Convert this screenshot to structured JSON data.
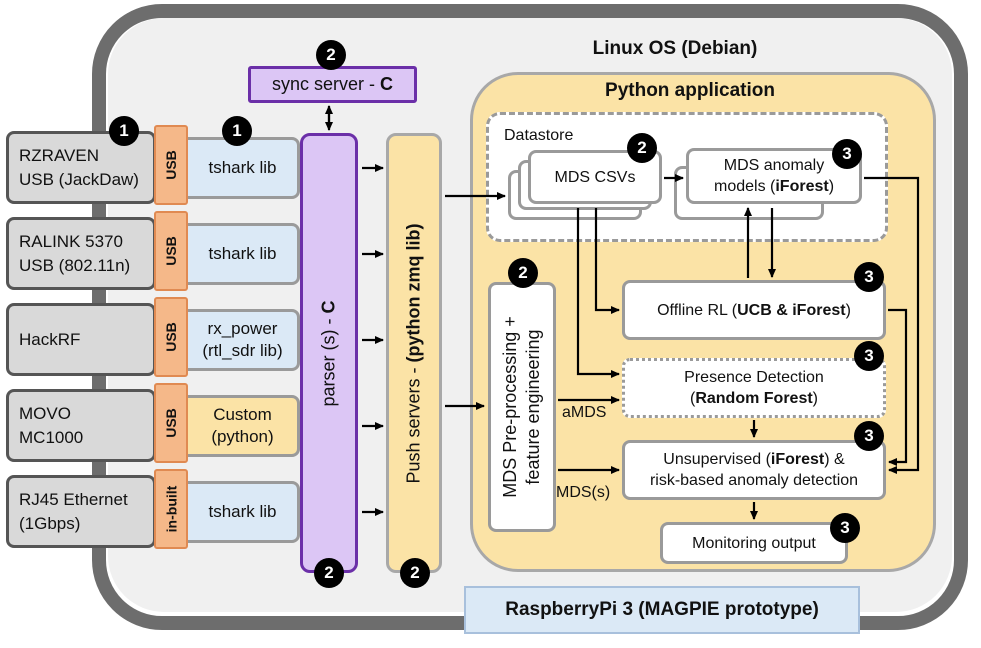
{
  "os_label": "Linux OS (Debian)",
  "app_label": "Python application",
  "platform_label": "RaspberryPi 3 (MAGPIE prototype)",
  "sync_server": {
    "text": "sync server - ",
    "bold": "C",
    "badge": "2"
  },
  "devices": [
    {
      "line1": "RZRAVEN",
      "line2": "USB (JackDaw)",
      "port": "USB",
      "lib1": "tshark lib",
      "lib2": ""
    },
    {
      "line1": "RALINK 5370",
      "line2": "USB (802.11n)",
      "port": "USB",
      "lib1": "tshark lib",
      "lib2": ""
    },
    {
      "line1": "HackRF",
      "line2": "",
      "port": "USB",
      "lib1": "rx_power",
      "lib2": "(rtl_sdr lib)"
    },
    {
      "line1": "MOVO",
      "line2": "MC1000",
      "port": "USB",
      "lib1": "Custom",
      "lib2": "(python)"
    },
    {
      "line1": "RJ45 Ethernet",
      "line2": "(1Gbps)",
      "port": "in-built",
      "lib1": "tshark lib",
      "lib2": ""
    }
  ],
  "device_badge": "1",
  "lib_badge": "1",
  "parser": {
    "text": "parser (s) - ",
    "bold": "C",
    "badge": "2"
  },
  "push": {
    "text": "Push servers - ",
    "bold": "(python zmq lib)",
    "badge": "2"
  },
  "datastore": {
    "label": "Datastore",
    "csv": "MDS CSVs",
    "csv_badge": "2",
    "models_line1": "MDS anomaly",
    "models_line2_pre": "models (",
    "models_bold": "iForest",
    "models_line2_post": ")",
    "models_badge": "3"
  },
  "preprocess": {
    "line1": "MDS Pre-processing +",
    "line2": "feature engineering",
    "badge": "2"
  },
  "offline_rl": {
    "pre": "Offline RL (",
    "bold": "UCB & iForest",
    "post": ")",
    "badge": "3"
  },
  "presence": {
    "line1": "Presence Detection",
    "pre": "(",
    "bold": "Random Forest",
    "post": ")",
    "badge": "3"
  },
  "unsupervised": {
    "pre": "Unsupervised  (",
    "bold": "iForest",
    "post": ") &",
    "line2": "risk-based anomaly detection",
    "badge": "3"
  },
  "monitoring": {
    "text": "Monitoring output",
    "badge": "3"
  },
  "edge_labels": {
    "amds": "aMDS",
    "mds_s": "MDS(s)"
  }
}
